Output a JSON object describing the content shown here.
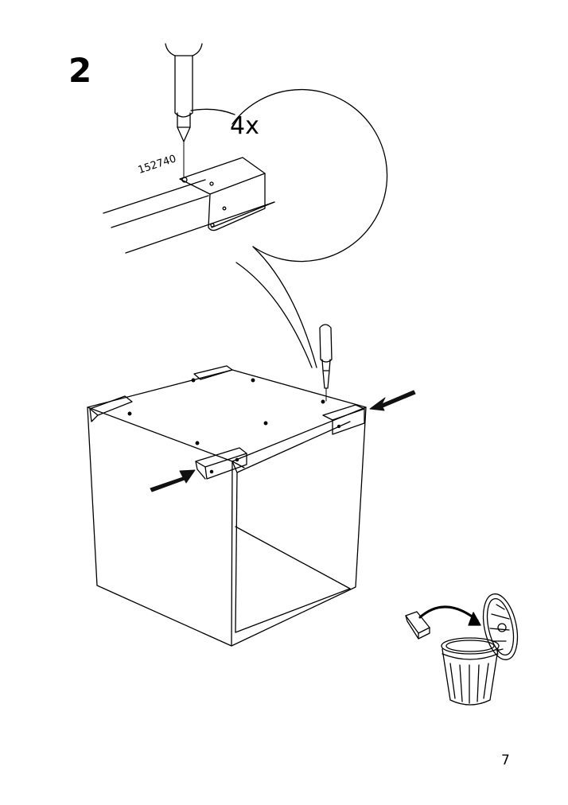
{
  "step": {
    "number": "2"
  },
  "detail": {
    "quantity": "4x",
    "part_number": "152740"
  },
  "icons": {
    "screwdriver": "screwdriver-icon",
    "bracket": "bracket-icon",
    "arrow": "arrow-icon",
    "trash": "trash-can-icon"
  },
  "page": {
    "number": "7"
  },
  "colors": {
    "line": "#000000",
    "background": "#ffffff",
    "arrow": "#111111"
  }
}
